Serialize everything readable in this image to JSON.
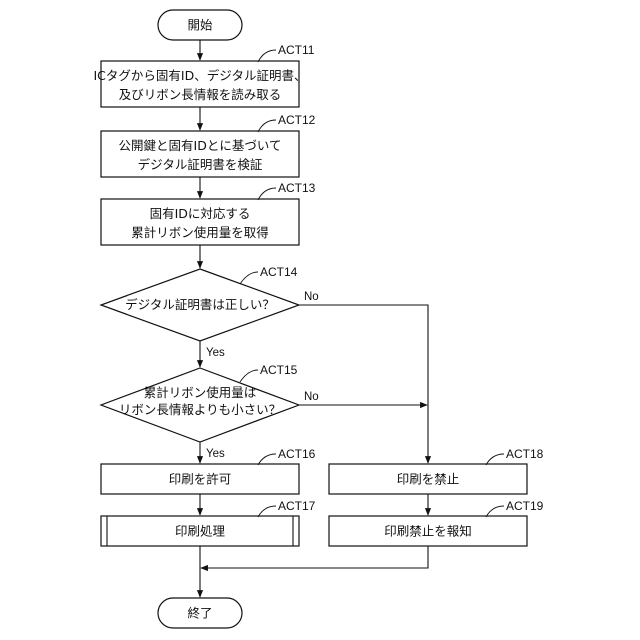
{
  "start": "開始",
  "end": "終了",
  "steps": [
    {
      "id": "ACT11",
      "lines": [
        "ICタグから固有ID、デジタル証明書、",
        "及びリボン長情報を読み取る"
      ]
    },
    {
      "id": "ACT12",
      "lines": [
        "公開鍵と固有IDとに基づいて",
        "デジタル証明書を検証"
      ]
    },
    {
      "id": "ACT13",
      "lines": [
        "固有IDに対応する",
        "累計リボン使用量を取得"
      ]
    },
    {
      "id": "ACT14",
      "lines": [
        "デジタル証明書は正しい？"
      ]
    },
    {
      "id": "ACT15",
      "lines": [
        "累計リボン使用量は",
        "リボン長情報よりも小さい？"
      ]
    },
    {
      "id": "ACT16",
      "lines": [
        "印刷を許可"
      ]
    },
    {
      "id": "ACT17",
      "lines": [
        "印刷処理"
      ]
    },
    {
      "id": "ACT18",
      "lines": [
        "印刷を禁止"
      ]
    },
    {
      "id": "ACT19",
      "lines": [
        "印刷禁止を報知"
      ]
    }
  ],
  "branch": {
    "yes": "Yes",
    "no": "No"
  }
}
